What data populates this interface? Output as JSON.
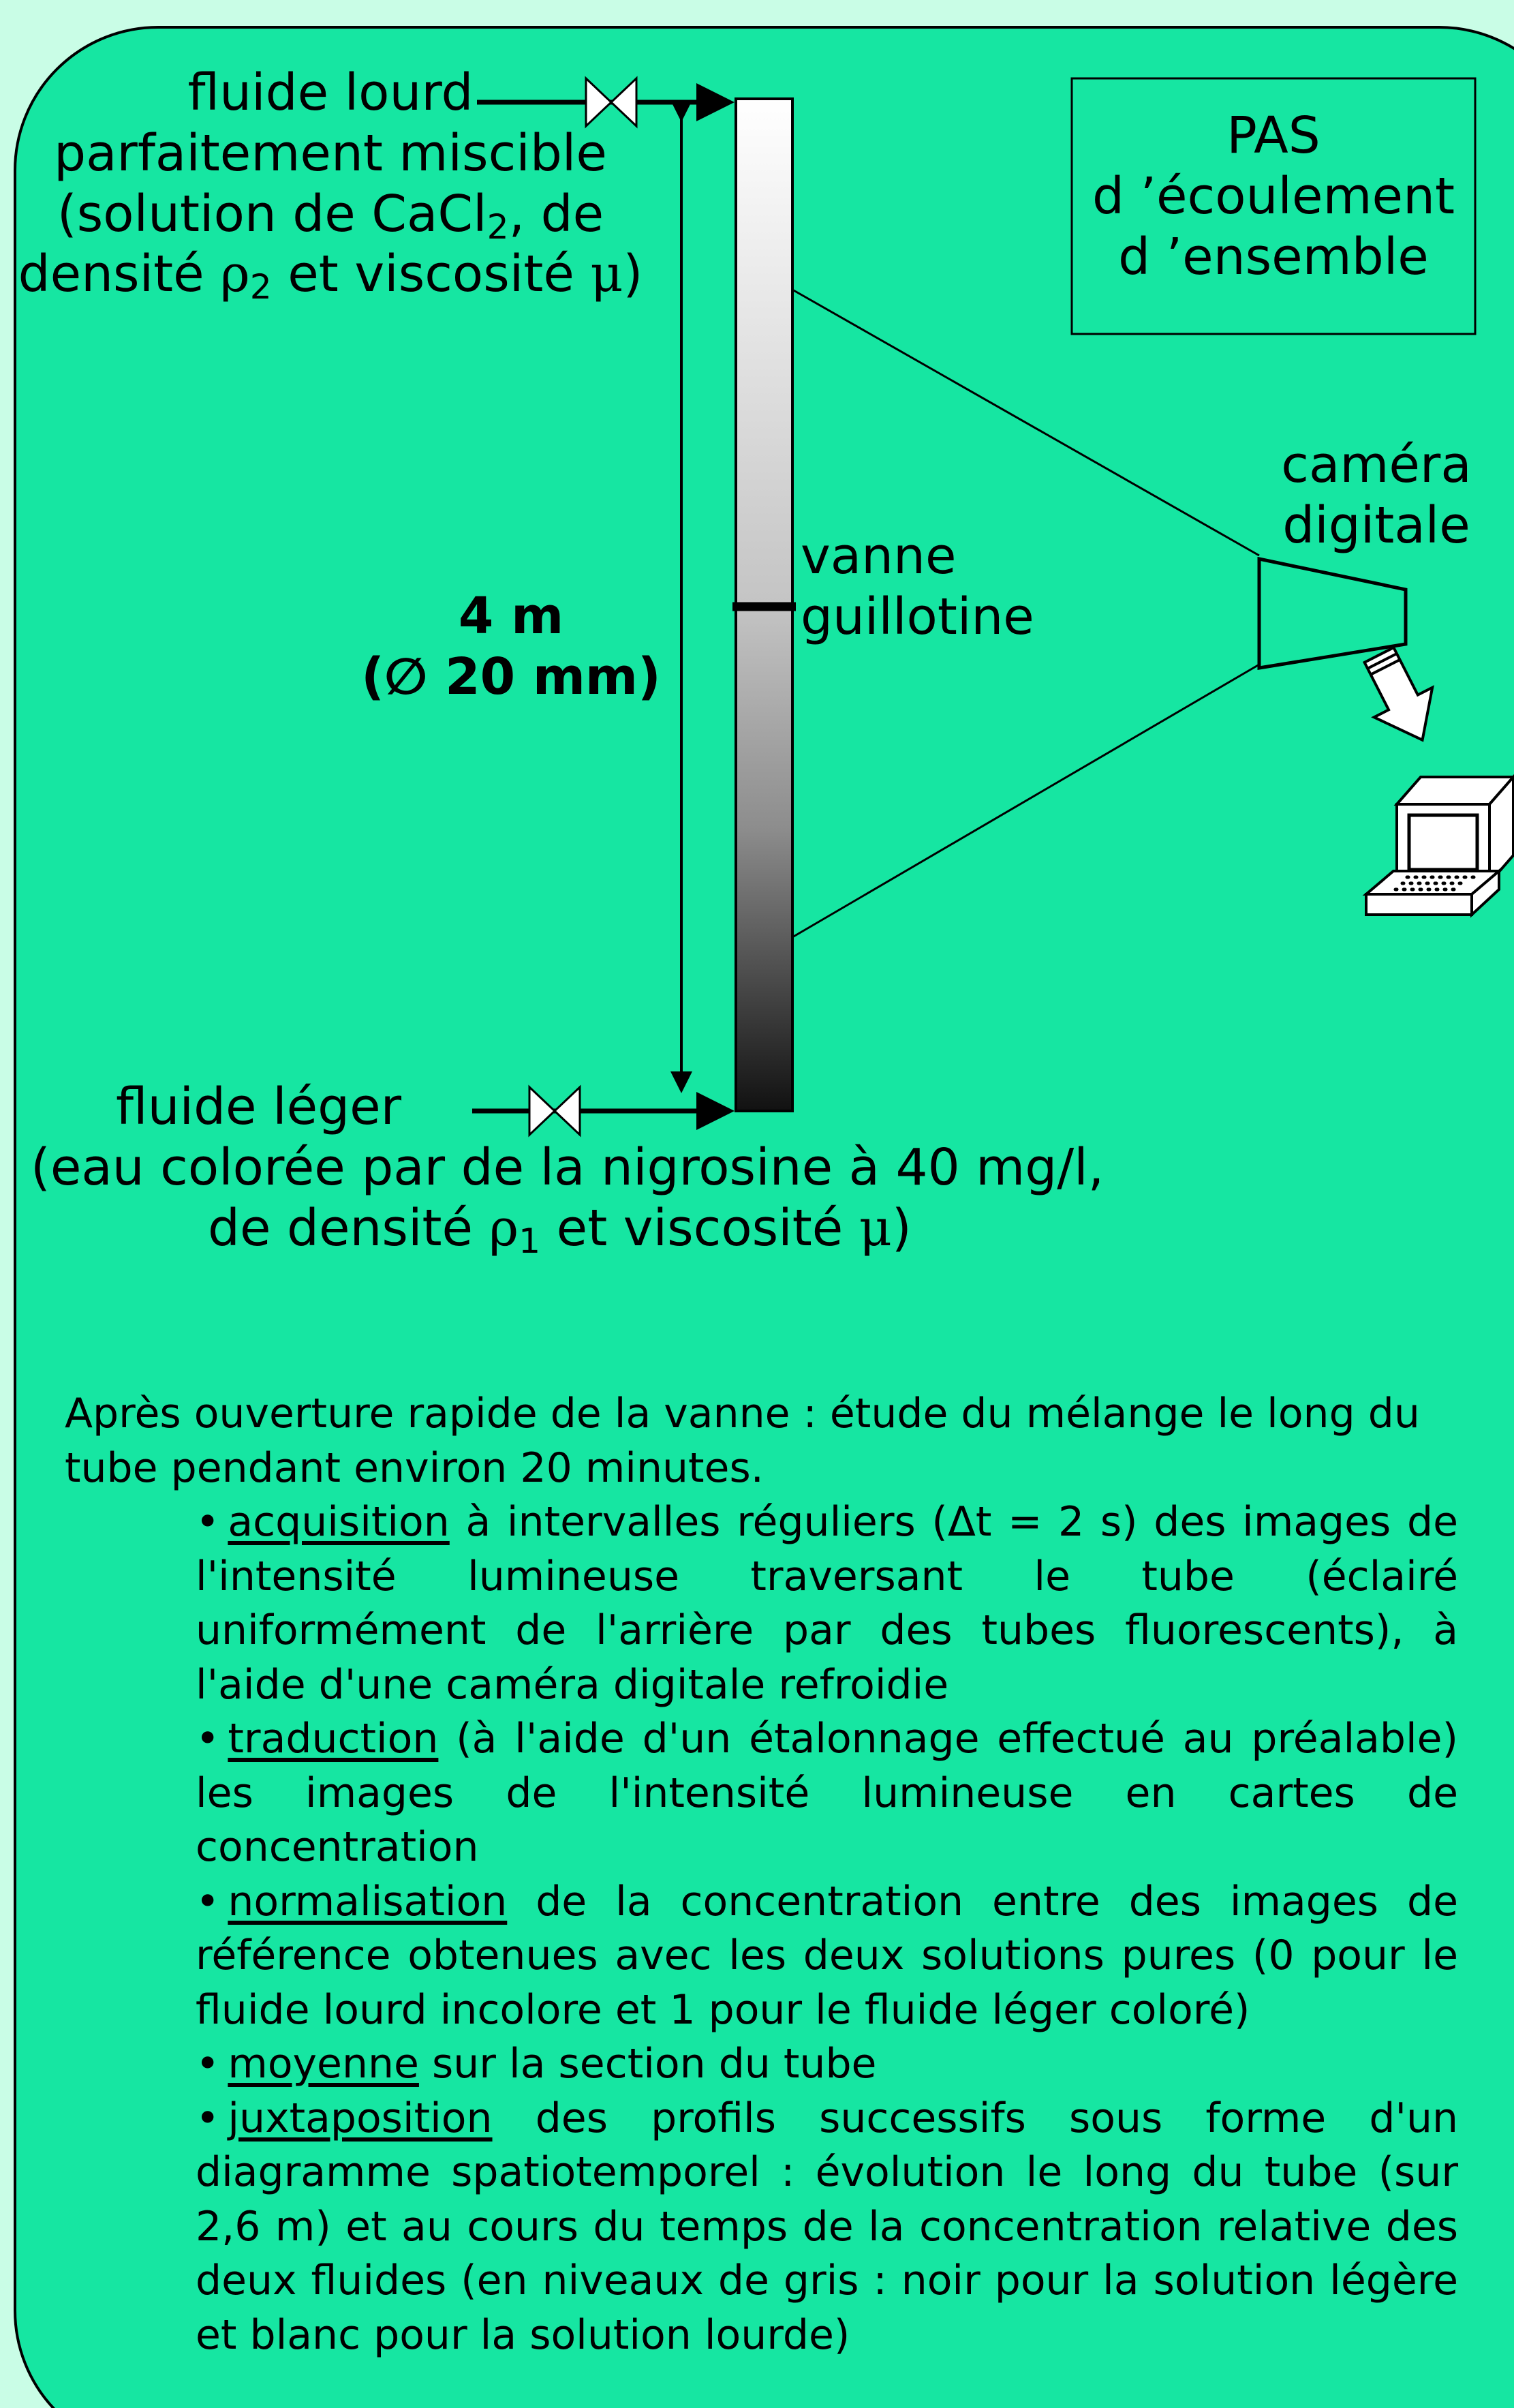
{
  "heavy_fluid": {
    "line1": "fluide lourd",
    "line2": "parfaitement miscible",
    "line3_pre": "(solution de CaCl",
    "line3_sub": "2",
    "line3_post": ", de",
    "line4_pre": "densité ",
    "line4_rho": "ρ",
    "line4_sub": "2",
    "line4_mid": " et viscosité ",
    "line4_mu": "μ",
    "line4_post": ")"
  },
  "tube": {
    "length": "4 m",
    "diameter": "(∅ 20 mm)"
  },
  "valve": {
    "line1": "vanne",
    "line2": "guillotine"
  },
  "no_flow_box": {
    "line1": "PAS",
    "line2": "d ’écoulement",
    "line3": "d ’ensemble"
  },
  "camera": {
    "line1": "caméra",
    "line2": "digitale"
  },
  "light_fluid": {
    "line1": "fluide léger",
    "line2": "(eau colorée par de la nigrosine à 40 mg/l,",
    "line3_pre": "de densité ",
    "line3_rho": "ρ",
    "line3_sub": "1",
    "line3_mid": " et viscosité ",
    "line3_mu": "μ",
    "line3_post": ")"
  },
  "description": {
    "intro": "Après ouverture rapide de la vanne : étude du mélange le long du tube pendant environ 20 minutes.",
    "bullet": "•",
    "steps": [
      {
        "keyword": "acquisition",
        "text": " à intervalles réguliers (Δt = 2 s) des images de l'intensité lumineuse traversant le tube (éclairé uniformément de l'arrière par des tubes fluorescents), à l'aide d'une caméra digitale refroidie"
      },
      {
        "keyword": "traduction",
        "text": " (à l'aide d'un étalonnage effectué au préalable) les images de l'intensité lumineuse en cartes de concentration"
      },
      {
        "keyword": "normalisation",
        "text": " de la concentration entre des images de référence obtenues avec les deux solutions pures (0 pour le fluide lourd incolore et 1 pour le fluide léger coloré)"
      },
      {
        "keyword": "moyenne",
        "text": " sur la section du tube"
      },
      {
        "keyword": "juxtaposition",
        "text": " des profils successifs sous forme d'un diagramme spatiotemporel : évolution le long du tube (sur 2,6 m) et au cours du temps de la concentration relative des deux fluides (en niveaux de gris : noir pour la solution légère et blanc pour la solution lourde)"
      }
    ]
  },
  "colors": {
    "page_background": "#c9fde6",
    "panel_fill": "#16e6a2",
    "ink": "#000000",
    "tube_top": "#ffffff",
    "tube_bottom": "#111111"
  }
}
